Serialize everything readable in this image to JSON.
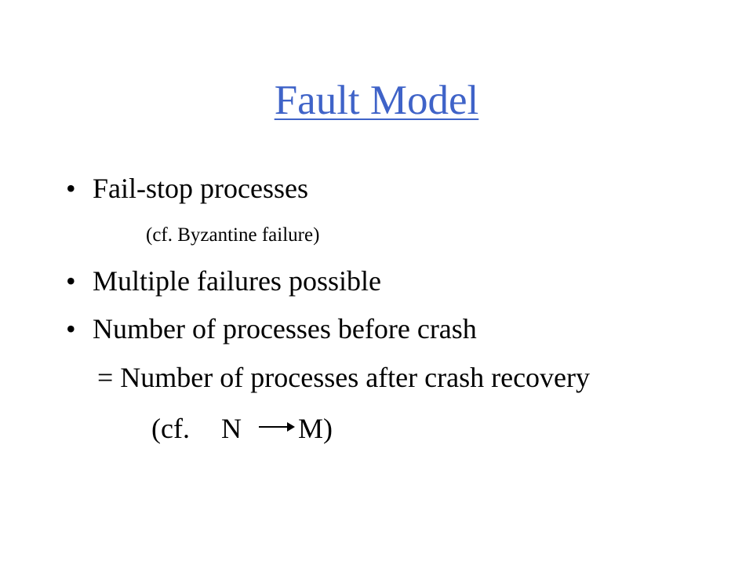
{
  "slide": {
    "title": "Fault Model",
    "bullet_char": "•",
    "bullets": [
      {
        "text": "Fail-stop processes"
      },
      {
        "text": "Multiple failures possible"
      },
      {
        "text": "Number of processes before crash"
      }
    ],
    "sub_note": "(cf. Byzantine failure)",
    "continuation_line": "= Number of processes after crash recovery",
    "cf_prefix": "(cf.",
    "cf_from": "N",
    "cf_to": "M)"
  }
}
